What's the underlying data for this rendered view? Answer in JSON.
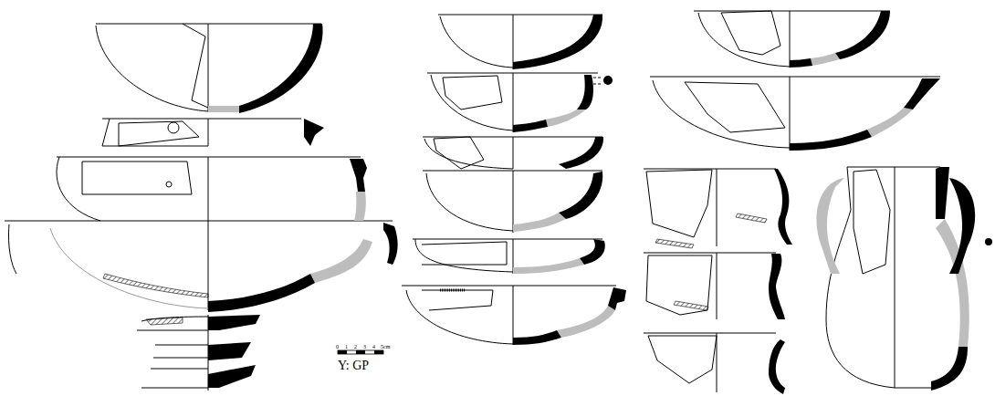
{
  "diagram": {
    "labels": [
      "0",
      "1",
      "2",
      "3",
      "4",
      "5cm",
      "Y: GP"
    ]
  }
}
